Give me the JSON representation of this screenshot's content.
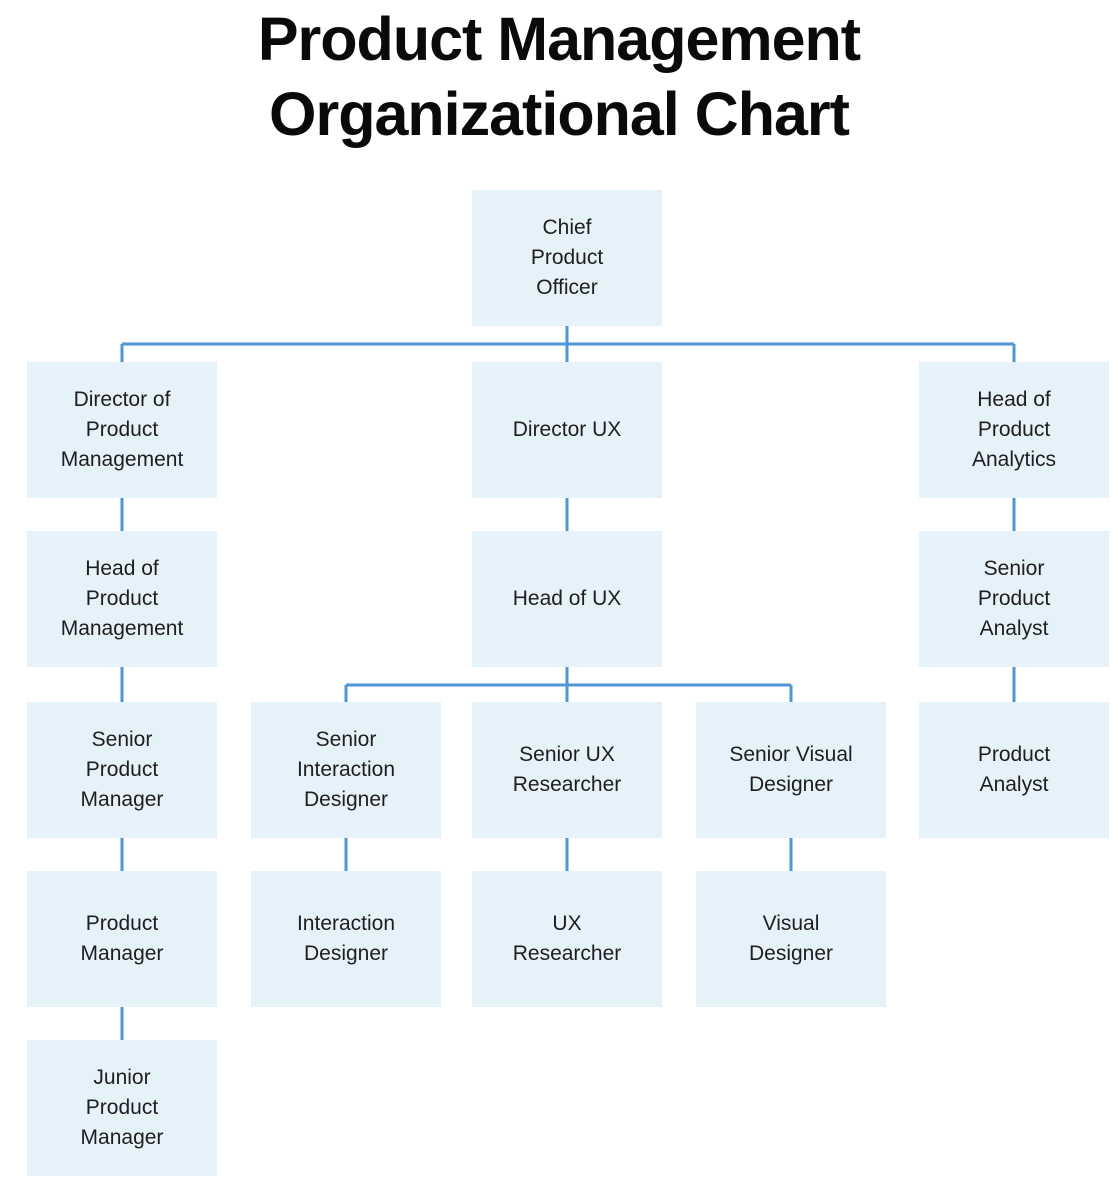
{
  "title": {
    "line1": "Product Management",
    "line2": "Organizational Chart"
  },
  "colors": {
    "background": "#ffffff",
    "box_fill": "#e6f2f9",
    "connector": "#4f96d6",
    "node_text": "#1e1e1e",
    "title_text": "#0a0a0a"
  },
  "chart_data": {
    "type": "org-chart",
    "title": "Product Management Organizational Chart",
    "nodes": [
      {
        "id": "chief-product-officer",
        "label": "Chief Product Officer",
        "lines": [
          "Chief",
          "Product",
          "Officer"
        ],
        "col": "center",
        "row": 0
      },
      {
        "id": "director-of-product-management",
        "label": "Director of Product Management",
        "lines": [
          "Director of",
          "Product",
          "Management"
        ],
        "col": "left",
        "row": 1
      },
      {
        "id": "director-ux",
        "label": "Director UX",
        "lines": [
          "Director UX"
        ],
        "col": "center",
        "row": 1
      },
      {
        "id": "head-of-product-analytics",
        "label": "Head of Product Analytics",
        "lines": [
          "Head of",
          "Product",
          "Analytics"
        ],
        "col": "right",
        "row": 1
      },
      {
        "id": "head-of-product-management",
        "label": "Head of Product Management",
        "lines": [
          "Head of",
          "Product",
          "Management"
        ],
        "col": "left",
        "row": 2
      },
      {
        "id": "head-of-ux",
        "label": "Head of UX",
        "lines": [
          "Head of UX"
        ],
        "col": "center",
        "row": 2
      },
      {
        "id": "senior-product-analyst",
        "label": "Senior Product Analyst",
        "lines": [
          "Senior",
          "Product",
          "Analyst"
        ],
        "col": "right",
        "row": 2
      },
      {
        "id": "senior-product-manager",
        "label": "Senior Product Manager",
        "lines": [
          "Senior",
          "Product",
          "Manager"
        ],
        "col": "left",
        "row": 3
      },
      {
        "id": "senior-interaction-designer",
        "label": "Senior Interaction Designer",
        "lines": [
          "Senior",
          "Interaction",
          "Designer"
        ],
        "col": "center-left",
        "row": 3
      },
      {
        "id": "senior-ux-researcher",
        "label": "Senior UX Researcher",
        "lines": [
          "Senior UX",
          "Researcher"
        ],
        "col": "center",
        "row": 3
      },
      {
        "id": "senior-visual-designer",
        "label": "Senior Visual Designer",
        "lines": [
          "Senior Visual",
          "Designer"
        ],
        "col": "center-right",
        "row": 3
      },
      {
        "id": "product-analyst",
        "label": "Product Analyst",
        "lines": [
          "Product",
          "Analyst"
        ],
        "col": "right",
        "row": 3
      },
      {
        "id": "product-manager",
        "label": "Product Manager",
        "lines": [
          "Product",
          "Manager"
        ],
        "col": "left",
        "row": 4
      },
      {
        "id": "interaction-designer",
        "label": "Interaction Designer",
        "lines": [
          "Interaction",
          "Designer"
        ],
        "col": "center-left",
        "row": 4
      },
      {
        "id": "ux-researcher",
        "label": "UX Researcher",
        "lines": [
          "UX",
          "Researcher"
        ],
        "col": "center",
        "row": 4
      },
      {
        "id": "visual-designer",
        "label": "Visual Designer",
        "lines": [
          "Visual",
          "Designer"
        ],
        "col": "center-right",
        "row": 4
      },
      {
        "id": "junior-product-manager",
        "label": "Junior Product Manager",
        "lines": [
          "Junior",
          "Product",
          "Manager"
        ],
        "col": "left",
        "row": 5
      }
    ],
    "edges": [
      {
        "from": "chief-product-officer",
        "to": "director-of-product-management"
      },
      {
        "from": "chief-product-officer",
        "to": "director-ux"
      },
      {
        "from": "chief-product-officer",
        "to": "head-of-product-analytics"
      },
      {
        "from": "director-of-product-management",
        "to": "head-of-product-management"
      },
      {
        "from": "head-of-product-management",
        "to": "senior-product-manager"
      },
      {
        "from": "senior-product-manager",
        "to": "product-manager"
      },
      {
        "from": "product-manager",
        "to": "junior-product-manager"
      },
      {
        "from": "director-ux",
        "to": "head-of-ux"
      },
      {
        "from": "head-of-ux",
        "to": "senior-interaction-designer"
      },
      {
        "from": "head-of-ux",
        "to": "senior-ux-researcher"
      },
      {
        "from": "head-of-ux",
        "to": "senior-visual-designer"
      },
      {
        "from": "senior-interaction-designer",
        "to": "interaction-designer"
      },
      {
        "from": "senior-ux-researcher",
        "to": "ux-researcher"
      },
      {
        "from": "senior-visual-designer",
        "to": "visual-designer"
      },
      {
        "from": "head-of-product-analytics",
        "to": "senior-product-analyst"
      },
      {
        "from": "senior-product-analyst",
        "to": "product-analyst"
      }
    ]
  }
}
